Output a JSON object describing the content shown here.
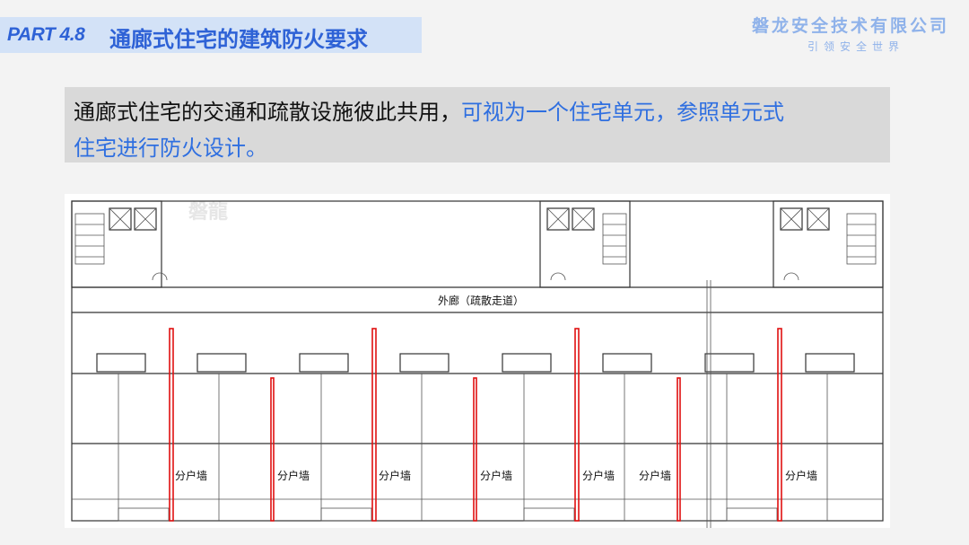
{
  "header": {
    "part": "PART 4.8",
    "title": "通廊式住宅的建筑防火要求"
  },
  "brand": {
    "name": "磐龙安全技术有限公司",
    "slogan": "引领安全世界"
  },
  "statement": {
    "text_before": "通廊式住宅的交通和疏散设施彼此共用，",
    "text_highlight_1": "可视为一个住宅单元，参照单元式",
    "text_highlight_2": "住宅进行防火设计。"
  },
  "plan": {
    "watermark": "磐龍",
    "corridor_label": "外廊（疏散走道）",
    "wall_labels": [
      "分户墙",
      "分户墙",
      "分户墙",
      "分户墙",
      "分户墙",
      "分户墙",
      "分户墙"
    ]
  },
  "colors": {
    "accent": "#2e62d6",
    "highlight": "#2f6fe0",
    "firewall": "#e01010"
  }
}
